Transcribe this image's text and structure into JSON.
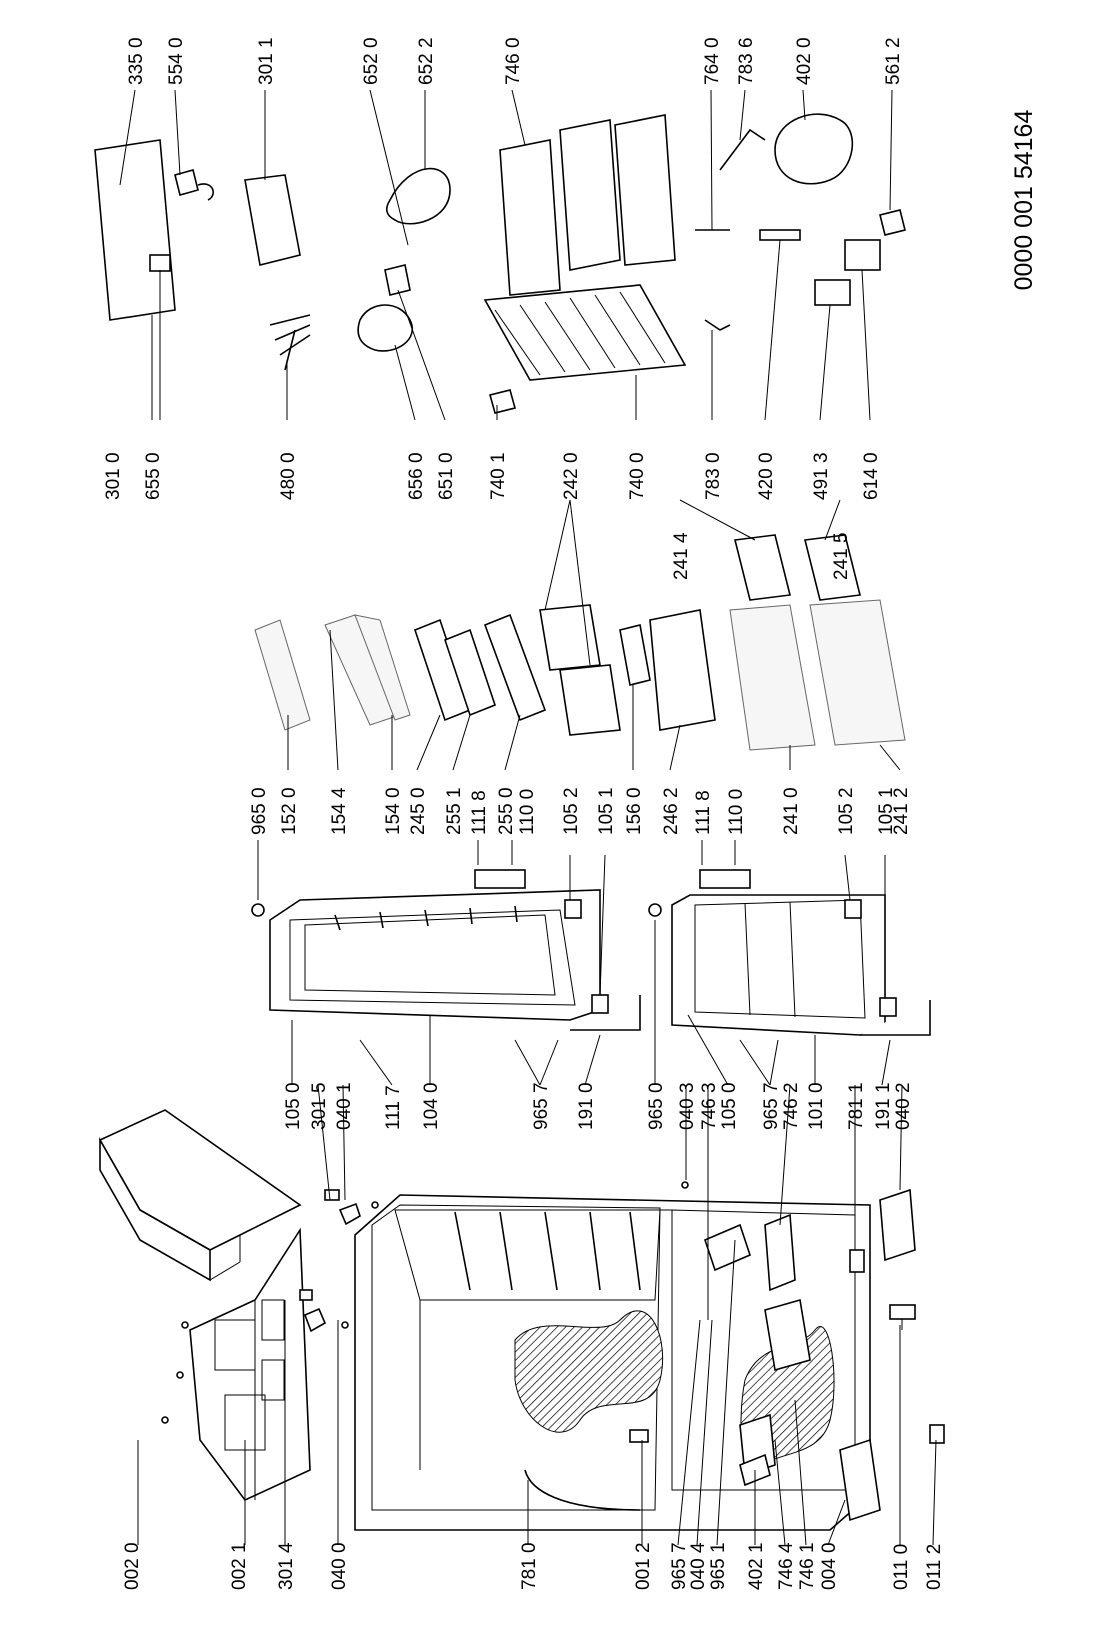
{
  "document_number": "0000 001 54164",
  "callouts": [
    {
      "text": "002 0"
    },
    {
      "text": "002 1"
    },
    {
      "text": "301 4"
    },
    {
      "text": "040 0"
    },
    {
      "text": "781 0"
    },
    {
      "text": "001 2"
    },
    {
      "text": "965 7"
    },
    {
      "text": "040 4"
    },
    {
      "text": "965 1"
    },
    {
      "text": "402 1"
    },
    {
      "text": "746 4"
    },
    {
      "text": "746 1"
    },
    {
      "text": "004 0"
    },
    {
      "text": "011 0"
    },
    {
      "text": "011 2"
    },
    {
      "text": "105 0"
    },
    {
      "text": "301 5"
    },
    {
      "text": "040 1"
    },
    {
      "text": "111 7"
    },
    {
      "text": "104 0"
    },
    {
      "text": "965 7"
    },
    {
      "text": "191 0"
    },
    {
      "text": "965 0"
    },
    {
      "text": "040 3"
    },
    {
      "text": "746 3"
    },
    {
      "text": "105 0"
    },
    {
      "text": "965 7"
    },
    {
      "text": "746 2"
    },
    {
      "text": "101 0"
    },
    {
      "text": "781 1"
    },
    {
      "text": "191 1"
    },
    {
      "text": "040 2"
    },
    {
      "text": "965 0"
    },
    {
      "text": "152 0"
    },
    {
      "text": "154 4"
    },
    {
      "text": "154 0"
    },
    {
      "text": "245 0"
    },
    {
      "text": "255 1"
    },
    {
      "text": "111 8"
    },
    {
      "text": "255 0"
    },
    {
      "text": "110 0"
    },
    {
      "text": "105 2"
    },
    {
      "text": "105 1"
    },
    {
      "text": "156 0"
    },
    {
      "text": "246 2"
    },
    {
      "text": "111 8"
    },
    {
      "text": "110 0"
    },
    {
      "text": "241 0"
    },
    {
      "text": "105 2"
    },
    {
      "text": "105 1"
    },
    {
      "text": "241 2"
    },
    {
      "text": "301 0"
    },
    {
      "text": "655 0"
    },
    {
      "text": "480 0"
    },
    {
      "text": "656 0"
    },
    {
      "text": "651 0"
    },
    {
      "text": "740 1"
    },
    {
      "text": "242 0"
    },
    {
      "text": "740 0"
    },
    {
      "text": "783 0"
    },
    {
      "text": "241 4"
    },
    {
      "text": "420 0"
    },
    {
      "text": "491 3"
    },
    {
      "text": "241 5"
    },
    {
      "text": "614 0"
    },
    {
      "text": "335 0"
    },
    {
      "text": "554 0"
    },
    {
      "text": "301 1"
    },
    {
      "text": "652 0"
    },
    {
      "text": "652 2"
    },
    {
      "text": "746 0"
    },
    {
      "text": "764 0"
    },
    {
      "text": "783 6"
    },
    {
      "text": "402 0"
    },
    {
      "text": "561 2"
    }
  ]
}
